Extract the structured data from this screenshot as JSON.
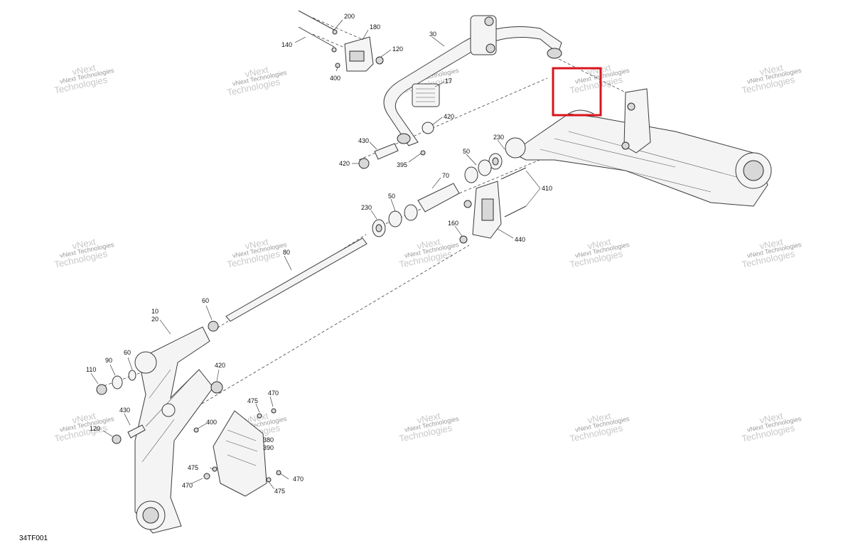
{
  "diagram": {
    "reference_code": "34TF001",
    "watermark_line1": "vNext Technologies",
    "watermark_line2": "vNext",
    "watermark_line3": "Technologies",
    "highlight_color": "#d9141c",
    "part_labels": {
      "p200": "200",
      "p180": "180",
      "p140": "140",
      "p120a": "120",
      "p400a": "400",
      "p30": "30",
      "p17": "17",
      "p420a": "420",
      "p430a": "430",
      "p420b": "420",
      "p395": "395",
      "p230a": "230",
      "p50a": "50",
      "p70": "70",
      "p410": "410",
      "p50b": "50",
      "p230b": "230",
      "p160": "160",
      "p440": "440",
      "p80": "80",
      "p10": "10",
      "p20": "20",
      "p60a": "60",
      "p60b": "60",
      "p90": "90",
      "p110": "110",
      "p420c": "420",
      "p470a": "470",
      "p475a": "475",
      "p400b": "400",
      "p430b": "430",
      "p120b": "120",
      "p380": "380",
      "p390": "390",
      "p475b": "475",
      "p470b": "470",
      "p470c": "470",
      "p475c": "475"
    }
  }
}
